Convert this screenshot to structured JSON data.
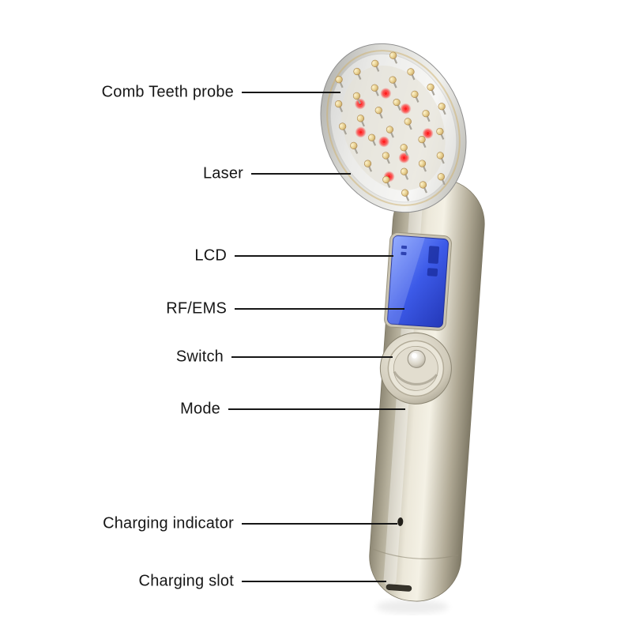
{
  "labels": [
    {
      "id": "comb-teeth-probe",
      "text": "Comb Teeth probe"
    },
    {
      "id": "laser",
      "text": "Laser"
    },
    {
      "id": "lcd",
      "text": "LCD"
    },
    {
      "id": "rf-ems",
      "text": "RF/EMS"
    },
    {
      "id": "switch",
      "text": "Switch"
    },
    {
      "id": "mode",
      "text": "Mode"
    },
    {
      "id": "charging-indicator",
      "text": "Charging indicator"
    },
    {
      "id": "charging-slot",
      "text": "Charging slot"
    }
  ],
  "colors": {
    "background": "#ffffff",
    "label_text": "#161616",
    "leader_line": "#161616",
    "device_body": "#d9d4c4",
    "lcd_screen": "#3c5ae8",
    "laser_dot": "#ff2a2a",
    "comb_ball_gold": "#d9b96a"
  }
}
